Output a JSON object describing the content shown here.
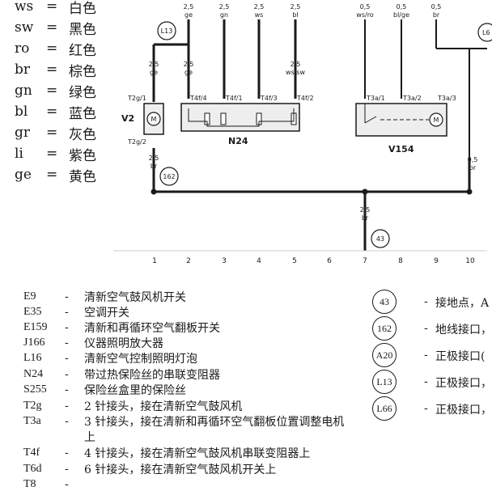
{
  "color_legend": [
    {
      "code": "ws",
      "eq": "=",
      "name": "白色"
    },
    {
      "code": "sw",
      "eq": "=",
      "name": "黑色"
    },
    {
      "code": "ro",
      "eq": "=",
      "name": "红色"
    },
    {
      "code": "br",
      "eq": "=",
      "name": "棕色"
    },
    {
      "code": "gn",
      "eq": "=",
      "name": "绿色"
    },
    {
      "code": "bl",
      "eq": "=",
      "name": "蓝色"
    },
    {
      "code": "gr",
      "eq": "=",
      "name": "灰色"
    },
    {
      "code": "li",
      "eq": "=",
      "name": "紫色"
    },
    {
      "code": "ge",
      "eq": "=",
      "name": "黄色"
    }
  ],
  "schematic": {
    "top_wires": [
      {
        "size": "2,5",
        "color": "ge"
      },
      {
        "size": "2,5",
        "color": "gn"
      },
      {
        "size": "2,5",
        "color": "ws"
      },
      {
        "size": "2,5",
        "color": "bl"
      },
      {
        "size": "0,5",
        "color": "ws/ro"
      },
      {
        "size": "0,5",
        "color": "bl/ge"
      },
      {
        "size": "0,5",
        "color": "br"
      }
    ],
    "v2_wire": {
      "size": "2,5",
      "color": "ge"
    },
    "n24_wire": {
      "size": "2,5",
      "color": "ge"
    },
    "ws_sw_wire": {
      "size": "2,5",
      "color": "ws/sw"
    },
    "v2_ground_wire": {
      "size": "2,5",
      "color": "br"
    },
    "ground_wire": {
      "size": "2,5",
      "color": "br"
    },
    "right_wire": {
      "size": "0,5",
      "color": "br"
    },
    "component_v2": "V2",
    "component_n24": "N24",
    "component_v154": "V154",
    "motor_symbol": "M",
    "terminals": {
      "t2g1": "T2g/1",
      "t2g2": "T2g/2",
      "t4f4": "T4f/4",
      "t4f1": "T4f/1",
      "t4f3": "T4f/3",
      "t4f2": "T4f/2",
      "t3a1": "T3a/1",
      "t3a2": "T3a/2",
      "t3a3": "T3a/3"
    },
    "connectors": {
      "l13": "L13",
      "c162": "162",
      "c43": "43",
      "partial": "L6"
    },
    "axis_numbers": [
      "1",
      "2",
      "3",
      "4",
      "5",
      "6",
      "7",
      "8",
      "9",
      "10"
    ]
  },
  "components": [
    {
      "code": "E9",
      "dash": "-",
      "desc": "清新空气鼓风机开关"
    },
    {
      "code": "E35",
      "dash": "-",
      "desc": "空调开关"
    },
    {
      "code": "E159",
      "dash": "-",
      "desc": "清新和再循环空气翻板开关"
    },
    {
      "code": "J166",
      "dash": "-",
      "desc": "仪器照明放大器"
    },
    {
      "code": "L16",
      "dash": "-",
      "desc": "清新空气控制照明灯泡"
    },
    {
      "code": "N24",
      "dash": "-",
      "desc": "带过热保险丝的串联变阻器"
    },
    {
      "code": "S255",
      "dash": "-",
      "desc": "保险丝盒里的保险丝"
    },
    {
      "code": "T2g",
      "dash": "-",
      "desc": "2 针接头，接在清新空气鼓风机"
    },
    {
      "code": "T3a",
      "dash": "-",
      "desc": "3 针接头，接在清新和再循环空气翻板位置调整电机上"
    },
    {
      "code": "T4f",
      "dash": "-",
      "desc": "4 针接头，接在清新空气鼓风机串联变阻器上"
    },
    {
      "code": "T6d",
      "dash": "-",
      "desc": "6 针接头，接在清新空气鼓风机开关上"
    },
    {
      "code": "T8",
      "dash": "-",
      "desc": ""
    }
  ],
  "connector_list": [
    {
      "id": "43",
      "dash": "-",
      "desc": "接地点，A"
    },
    {
      "id": "162",
      "dash": "-",
      "desc": "地线接口，"
    },
    {
      "id": "A20",
      "dash": "-",
      "desc": "正极接口("
    },
    {
      "id": "L13",
      "dash": "-",
      "desc": "正极接口，"
    },
    {
      "id": "L66",
      "dash": "-",
      "desc": "正极接口，"
    }
  ]
}
